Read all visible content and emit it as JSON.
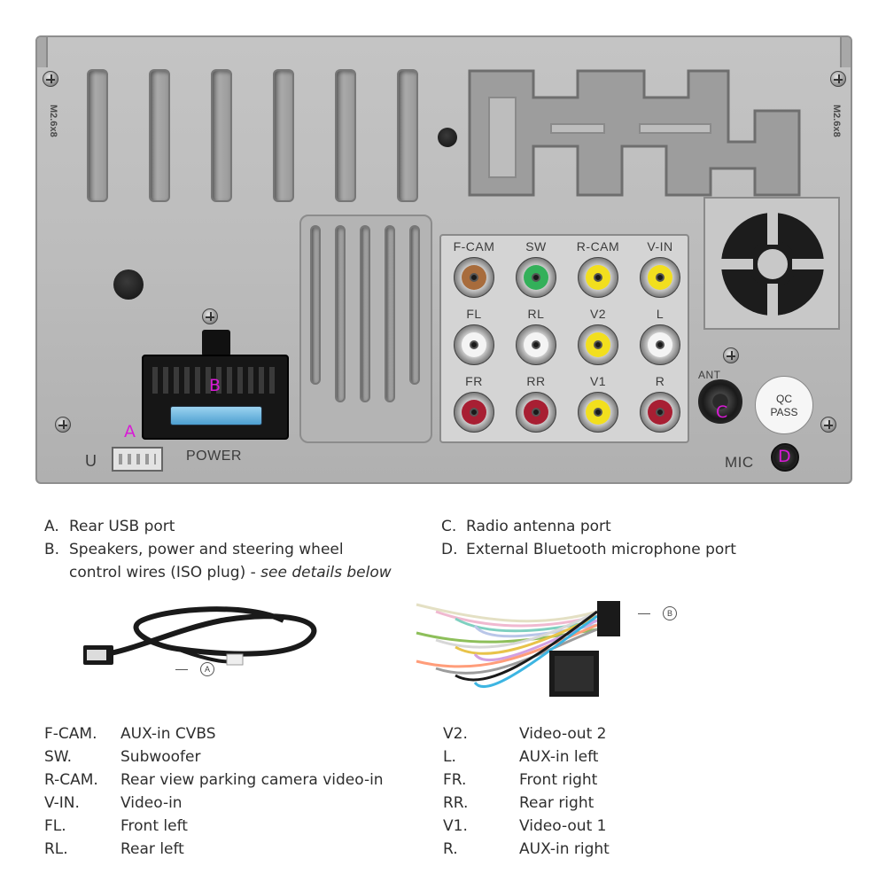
{
  "panel": {
    "port_labels": {
      "row1": [
        "F-CAM",
        "SW",
        "R-CAM",
        "V-IN"
      ],
      "row2": [
        "FL",
        "RL",
        "V2",
        "L"
      ],
      "row3": [
        "FR",
        "RR",
        "V1",
        "R"
      ]
    },
    "rca_colors": {
      "row1": [
        "#a86c3c",
        "#33b05a",
        "#f2df1e",
        "#f2df1e"
      ],
      "row2": [
        "#f4f4f4",
        "#f4f4f4",
        "#f2df1e",
        "#f4f4f4"
      ],
      "row3": [
        "#a81f33",
        "#a81f33",
        "#f2df1e",
        "#a81f33"
      ]
    },
    "u_label": "U",
    "power_label": "POWER",
    "ant_label": "ANT",
    "mic_label": "MIC",
    "qc_line1": "QC",
    "qc_line2": "PASS",
    "screw_spec": "M2.6x8",
    "markers": {
      "a": "A",
      "b": "B",
      "c": "C",
      "d": "D"
    },
    "marker_color": "#d81ad6"
  },
  "legend": {
    "items_left": [
      {
        "letter": "A.",
        "text": "Rear USB port"
      },
      {
        "letter": "B.",
        "text": "Speakers, power and steering wheel",
        "text2": "control wires (ISO plug) - ",
        "note": "see details below"
      }
    ],
    "items_right": [
      {
        "letter": "C.",
        "text": "Radio antenna port"
      },
      {
        "letter": "D.",
        "text": "External Bluetooth microphone port"
      }
    ]
  },
  "callouts": {
    "a": "A",
    "b": "B"
  },
  "wire_colors": [
    "#e4e0c4",
    "#f0b9d0",
    "#7fd0c0",
    "#b9c6e8",
    "#8dbf5a",
    "#d7d7d7",
    "#e8c34a",
    "#d2a0e0",
    "#ff9d7a",
    "#9c9c9c",
    "#1a1a1a",
    "#3db5e2"
  ],
  "table_left": [
    {
      "key": "F-CAM.",
      "value": "AUX-in CVBS"
    },
    {
      "key": "SW.",
      "value": "Subwoofer"
    },
    {
      "key": "R-CAM.",
      "value": "Rear view parking camera video-in"
    },
    {
      "key": "V-IN.",
      "value": "Video-in"
    },
    {
      "key": "FL.",
      "value": "Front left"
    },
    {
      "key": "RL.",
      "value": "Rear left"
    }
  ],
  "table_right": [
    {
      "key": "V2.",
      "value": "Video-out 2"
    },
    {
      "key": "L.",
      "value": "AUX-in left"
    },
    {
      "key": "FR.",
      "value": "Front right"
    },
    {
      "key": "RR.",
      "value": "Rear right"
    },
    {
      "key": "V1.",
      "value": "Video-out 1"
    },
    {
      "key": "R.",
      "value": "AUX-in right"
    }
  ]
}
